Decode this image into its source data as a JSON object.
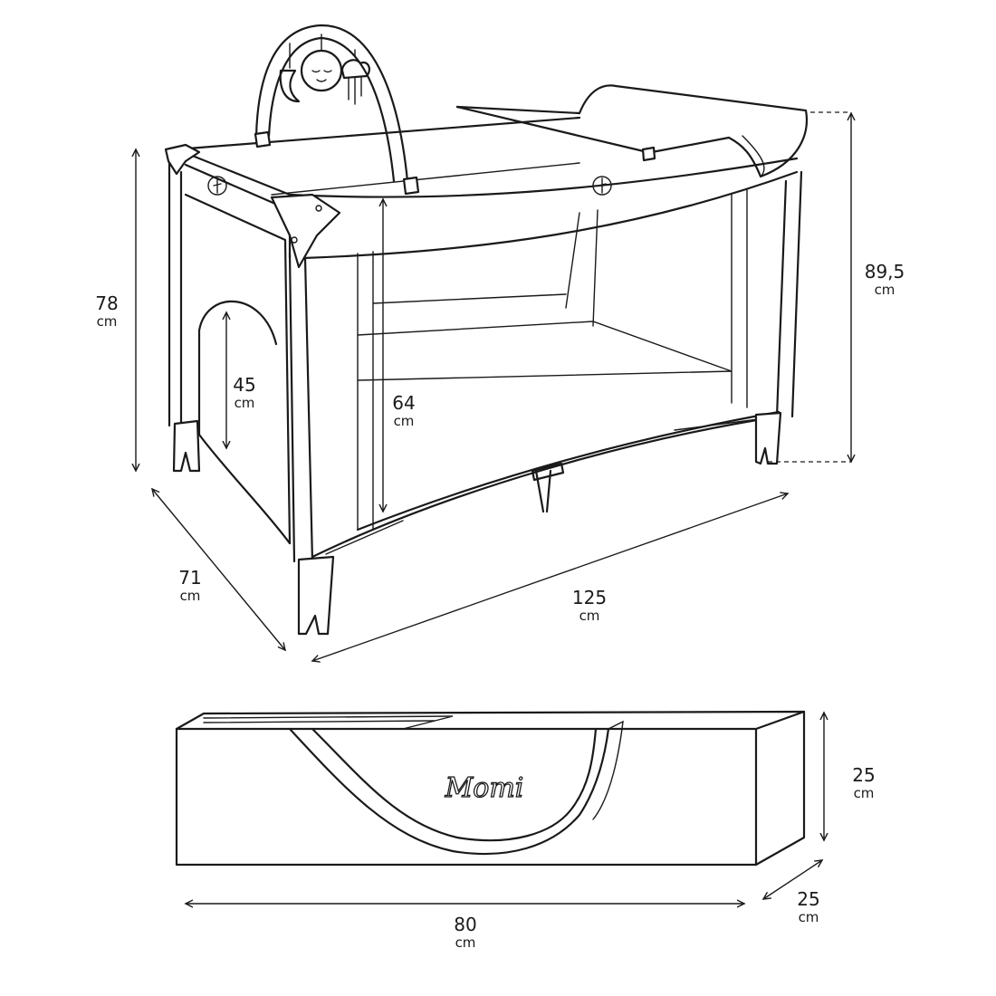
{
  "dimensions": {
    "height_total": {
      "value": "78",
      "unit": "cm"
    },
    "height_with_changer": {
      "value": "89,5",
      "unit": "cm"
    },
    "door_height": {
      "value": "45",
      "unit": "cm"
    },
    "inner_depth": {
      "value": "64",
      "unit": "cm"
    },
    "width": {
      "value": "71",
      "unit": "cm"
    },
    "length": {
      "value": "125",
      "unit": "cm"
    }
  },
  "bag_dimensions": {
    "height": {
      "value": "25",
      "unit": "cm"
    },
    "depth": {
      "value": "25",
      "unit": "cm"
    },
    "length": {
      "value": "80",
      "unit": "cm"
    }
  },
  "brand": "Momi"
}
